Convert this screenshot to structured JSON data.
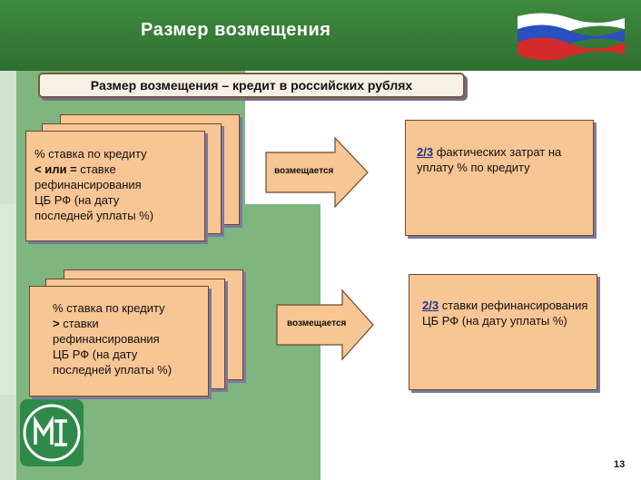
{
  "slide": {
    "title": "Размер возмещения",
    "banner": "Размер возмещения – кредит в российских рублях",
    "rows": [
      {
        "condition_lines": [
          "% ставка по кредиту",
          "< или = ставке",
          "рефинансирования",
          "ЦБ РФ (на дату",
          "последней уплаты %)"
        ],
        "condition_op": "< или =",
        "condition_op_rest": " ставке",
        "arrow_label": "возмещается",
        "result_highlight": "2/3",
        "result_text": " фактических затрат на уплату % по кредиту"
      },
      {
        "condition_lines": [
          "% ставка по кредиту",
          "> ставки",
          "рефинансирования",
          "ЦБ РФ (на дату",
          "последней уплаты %)"
        ],
        "condition_op": ">",
        "condition_op_rest": " ставки",
        "arrow_label": "возмещается",
        "result_highlight": "2/3",
        "result_text": " ставки рефинансирования ЦБ РФ (на дату уплаты %)"
      }
    ],
    "page_number": "13",
    "colors": {
      "header_green": "#3a7f3a",
      "card_fill": "#f8c594",
      "accent_blue": "#223388"
    },
    "icons": {
      "flag": "russia-flag-icon",
      "logo": "mert-logo-icon"
    }
  }
}
